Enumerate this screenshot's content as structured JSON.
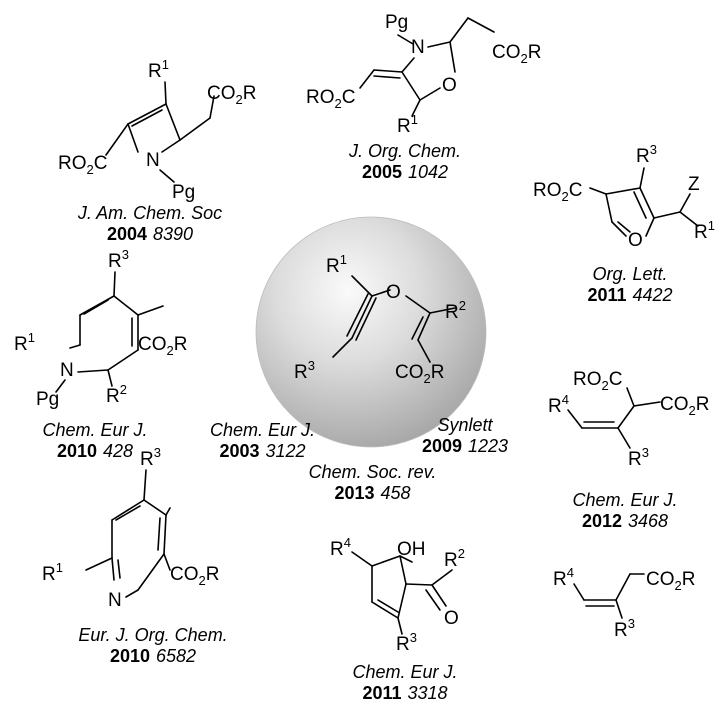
{
  "center_molecule": {
    "labels": [
      "R1",
      "O",
      "R2",
      "R3",
      "CO2R"
    ]
  },
  "references": [
    {
      "id": "jacs",
      "journal": "J. Am. Chem. Soc",
      "year": "2004",
      "page": "8390"
    },
    {
      "id": "joc",
      "journal": "J. Org. Chem.",
      "year": "2005",
      "page": "1042"
    },
    {
      "id": "orglett",
      "journal": "Org. Lett.",
      "year": "2011",
      "page": "4422"
    },
    {
      "id": "cej2010",
      "journal": "Chem. Eur J.",
      "year": "2010",
      "page": "428"
    },
    {
      "id": "cej2003",
      "journal": "Chem. Eur J.",
      "year": "2003",
      "page": "3122"
    },
    {
      "id": "synlett",
      "journal": "Synlett",
      "year": "2009",
      "page": "1223"
    },
    {
      "id": "csr",
      "journal": "Chem. Soc. rev.",
      "year": "2013",
      "page": "458"
    },
    {
      "id": "cej2012",
      "journal": "Chem. Eur J.",
      "year": "2012",
      "page": "3468"
    },
    {
      "id": "ejoc",
      "journal": "Eur. J. Org. Chem.",
      "year": "2010",
      "page": "6582"
    },
    {
      "id": "cej2011",
      "journal": "Chem. Eur J.",
      "year": "2011",
      "page": "3318"
    }
  ],
  "atoms": {
    "R1": "R",
    "R1_sup": "1",
    "R2": "R",
    "R2_sup": "2",
    "R3": "R",
    "R3_sup": "3",
    "R4": "R",
    "R4_sup": "4",
    "CO2R": "CO",
    "CO2R_sub": "2",
    "CO2R_tail": "R",
    "RO2C": "RO",
    "RO2C_sub": "2",
    "RO2C_tail": "C",
    "N": "N",
    "O": "O",
    "Pg": "Pg",
    "Z": "Z",
    "OH": "OH"
  }
}
